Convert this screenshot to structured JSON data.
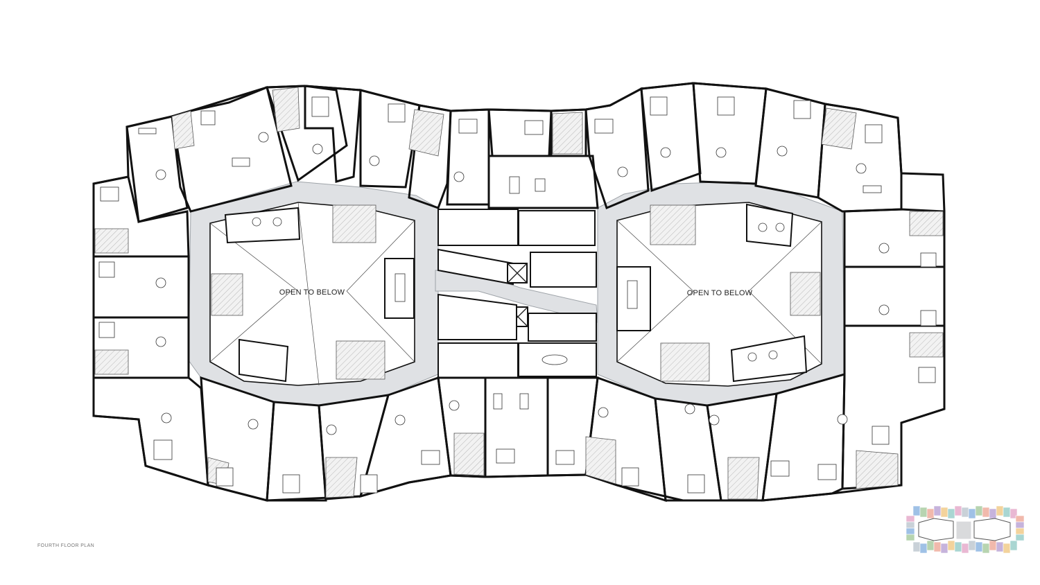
{
  "plan": {
    "caption": "FOURTH FLOOR PLAN",
    "void_left_label": "OPEN TO BELOW",
    "void_right_label": "OPEN TO BELOW"
  },
  "key_plan": {
    "colors": [
      "#9fc1e6",
      "#b7d4b0",
      "#f1b9ac",
      "#c6b3dc",
      "#f3d39c",
      "#a9d6d2",
      "#e9b8d3",
      "#c9d1d8"
    ]
  }
}
